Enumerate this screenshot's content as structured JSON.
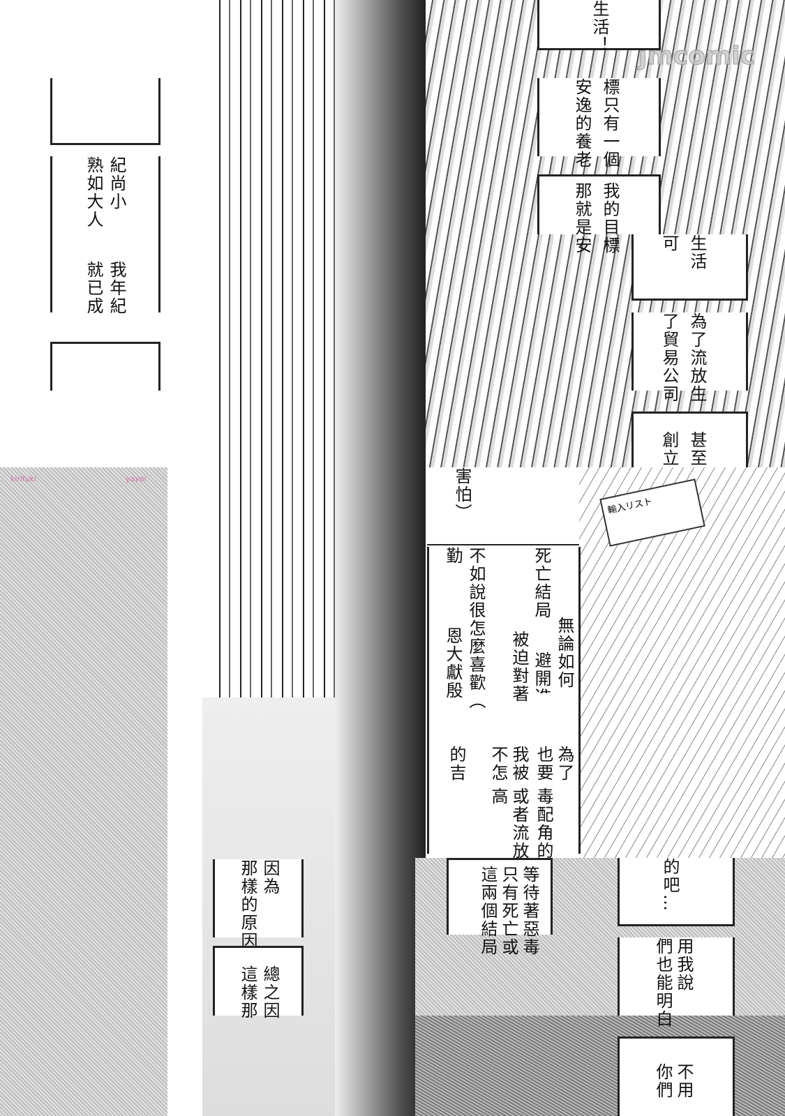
{
  "watermark": "jmcomic",
  "logo_texts": [
    "kirifuki",
    "yayoi"
  ],
  "right_column": {
    "strip1": [
      "生活！"
    ],
    "strip2": [
      "標只有一個",
      "安逸的養老"
    ],
    "strip3": [
      "我的目標",
      "那就是安"
    ],
    "strip4": [
      "生活",
      "可"
    ],
    "strip5": [
      "為了流放生",
      "了貿易公司"
    ],
    "strip6": [
      "甚至",
      "創立"
    ],
    "strip7": [
      "害怕）"
    ],
    "book_label": "輸入リスト"
  },
  "left_column": {
    "strip3": [
      "紀尚小",
      "熟如大人"
    ],
    "strip4": [
      "我年紀",
      "就已成"
    ]
  },
  "middle_box": {
    "top": [
      "無論如何",
      "死亡結局",
      "避開進入",
      "被迫對著",
      "不如說很怎麼喜歡（",
      "恩大獻殷",
      "勤"
    ],
    "mid": [
      "為了",
      "也要",
      "我被",
      "不怎",
      "的吉"
    ],
    "mid2": [
      "毒配角的",
      "或者流放",
      "高"
    ],
    "bottom": [
      "等待著惡毒",
      "只有死亡或",
      "這兩個結局"
    ]
  },
  "lower_right": {
    "a": [
      "的吧…"
    ],
    "b": [
      "用我說",
      "們也能明白"
    ],
    "c": [
      "不用",
      "你們"
    ]
  },
  "lower_left": {
    "a": [
      "因為",
      "那樣的原因"
    ],
    "b": [
      "總之因",
      "這樣那"
    ]
  }
}
